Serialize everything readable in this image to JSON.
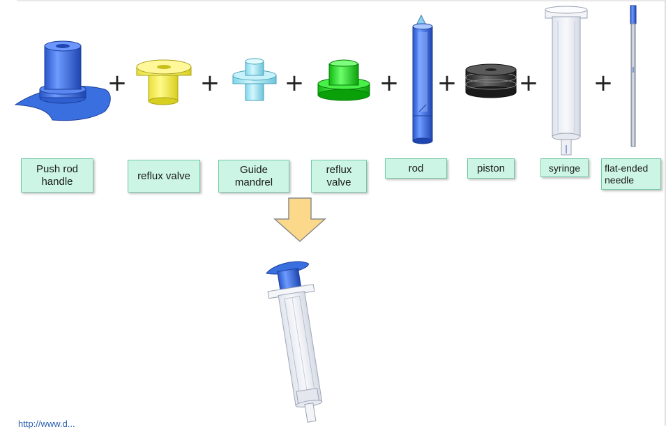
{
  "labels": {
    "push_rod_handle": "Push rod\nhandle",
    "reflux_valve_1": "reflux valve",
    "guide_mandrel": "Guide\nmandrel",
    "reflux_valve_2": "reflux\nvalve",
    "rod": "rod",
    "piston": "piston",
    "syringe": "syringe",
    "flat_ended_needle": "flat-ended\nneedle"
  },
  "plus_sign": "+",
  "footer": "http://www.d...",
  "colors": {
    "label_bg": "#ccf5e6",
    "label_border": "#74c9a6",
    "handle_blue": "#3a6fe0",
    "valve_yellow": "#f5ee5a",
    "mandrel_cyan": "#a8e8f5",
    "valve_green": "#2ee02e",
    "piston_dark": "#3c3c3c",
    "arrow_fill": "#fcd98a",
    "arrow_stroke": "#8a8a8a"
  }
}
